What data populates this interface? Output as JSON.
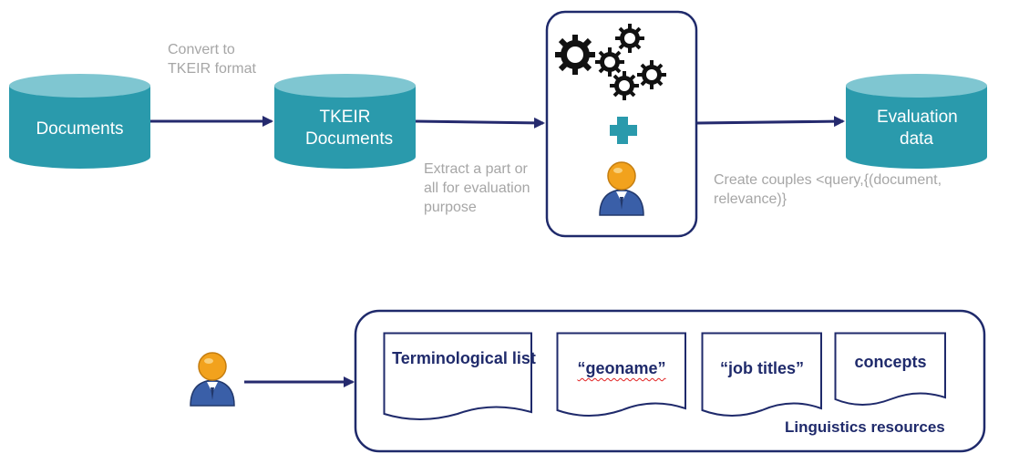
{
  "colors": {
    "cylinder": "#2a9aac",
    "cylinder_top": "#7fc6d1",
    "arrow": "#252a6e",
    "box_border": "#1f2a6b",
    "note_text": "#a6a6a6",
    "plus": "#2a9aac",
    "person_head": "#f2a21d",
    "person_body": "#3a5fa8"
  },
  "stores": {
    "documents": "Documents",
    "tkeir_documents": "TKEIR Documents",
    "evaluation_data": "Evaluation data"
  },
  "notes": {
    "convert": "Convert to TKEIR format",
    "extract": "Extract a part or all for evaluation purpose",
    "create": "Create couples <query,{(document, relevance)}"
  },
  "processing_box": {
    "icons": [
      "gears-icon",
      "plus-icon",
      "person-icon"
    ]
  },
  "resources": {
    "title": "Linguistics resources",
    "items": [
      "Terminological list",
      "“geoname”",
      "“job titles”",
      "concepts"
    ]
  },
  "person_icon": "person-icon"
}
